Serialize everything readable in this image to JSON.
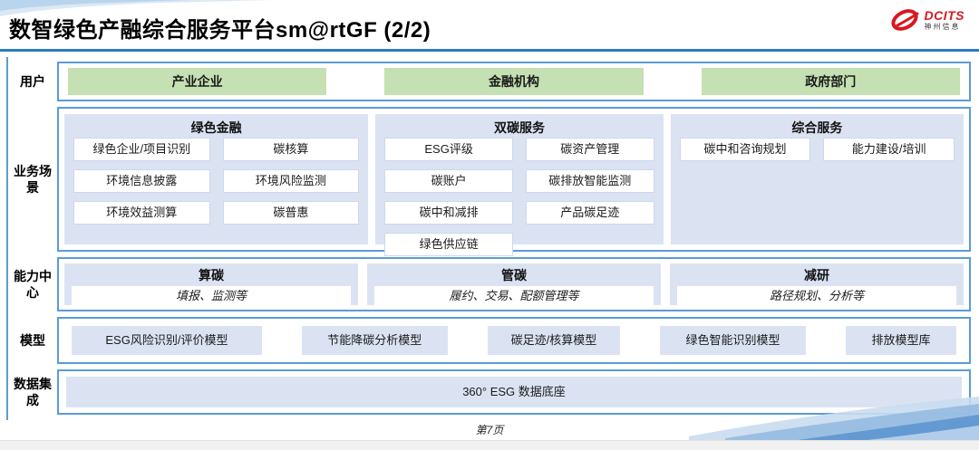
{
  "title": "数智绿色产融综合服务平台sm@rtGF (2/2)",
  "logo": {
    "brand": "DCITS",
    "company": "神州信息"
  },
  "rows": {
    "users": {
      "label": "用户",
      "items": [
        "产业企业",
        "金融机构",
        "政府部门"
      ]
    },
    "scenarios": {
      "label": "业务场景",
      "columns": [
        {
          "title": "绿色金融",
          "items": [
            "绿色企业/项目识别",
            "碳核算",
            "环境信息披露",
            "环境风险监测",
            "环境效益测算",
            "碳普惠"
          ]
        },
        {
          "title": "双碳服务",
          "items": [
            "ESG评级",
            "碳资产管理",
            "碳账户",
            "碳排放智能监测",
            "碳中和减排",
            "产品碳足迹",
            "绿色供应链"
          ]
        },
        {
          "title": "综合服务",
          "items": [
            "碳中和咨询规划",
            "能力建设/培训"
          ]
        }
      ]
    },
    "capabilities": {
      "label": "能力中心",
      "columns": [
        {
          "title": "算碳",
          "detail": "填报、监测等"
        },
        {
          "title": "管碳",
          "detail": "履约、交易、配额管理等"
        },
        {
          "title": "减研",
          "detail": "路径规划、分析等"
        }
      ]
    },
    "models": {
      "label": "模型",
      "items": [
        "ESG风险识别/评价模型",
        "节能降碳分析模型",
        "碳足迹/核算模型",
        "绿色智能识别模型",
        "排放模型库"
      ]
    },
    "data_integration": {
      "label": "数据集成",
      "items": [
        "360° ESG 数据底座"
      ]
    }
  },
  "footer": {
    "page_number": "第7页"
  },
  "colors": {
    "accent_blue": "#1F6FB5",
    "border_blue": "#5B9BD5",
    "panel_lavender": "#DBE3F3",
    "user_green": "#C5E0B2",
    "logo_red": "#D71920"
  }
}
